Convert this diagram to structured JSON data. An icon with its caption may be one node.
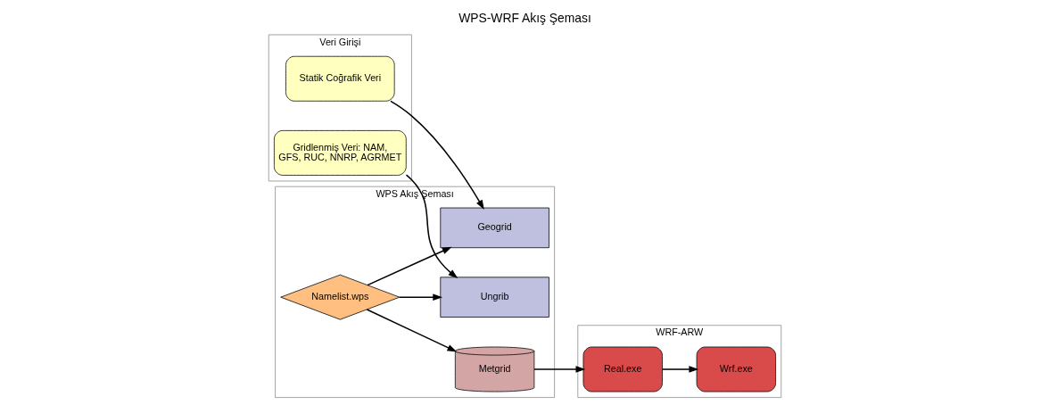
{
  "diagram": {
    "title": "WPS-WRF Akış Şeması",
    "nodes": [
      {
        "text": [
          "Veri Girişi"
        ]
      },
      {
        "text": [
          "Statik Coğrafik Veri"
        ],
        "in": 0
      },
      {
        "text": [
          "Gridlenmiş Veri: NAM, GFS, RUC, NNRP, AGRMET"
        ],
        "in": 0
      },
      {
        "text": [
          "WPS Akış Şeması"
        ]
      },
      {
        "text": [
          "Geogrid"
        ],
        "in": 3
      },
      {
        "text": [
          "Namelist.wps"
        ],
        "in": 3
      },
      {
        "text": [
          "Ungrib"
        ],
        "in": 3
      },
      {
        "text": [
          "Metgrid"
        ],
        "in": 3
      },
      {
        "text": [
          "WRF-ARW"
        ]
      },
      {
        "text": [
          "Real.exe"
        ],
        "in": 8
      },
      {
        "text": [
          "Wrf.exe"
        ],
        "in": 8
      }
    ],
    "edges": [
      {
        "from": 1,
        "to": 4,
        "arrow": "to"
      },
      {
        "from": 5,
        "to": 4,
        "arrow": "to"
      },
      {
        "from": 5,
        "to": 6,
        "arrow": "to"
      },
      {
        "from": 2,
        "to": 6,
        "arrow": "to"
      },
      {
        "from": 5,
        "to": 7,
        "arrow": "to"
      },
      {
        "from": 7,
        "to": 9,
        "arrow": "to"
      },
      {
        "from": 9,
        "to": 10,
        "arrow": "to"
      }
    ]
  }
}
